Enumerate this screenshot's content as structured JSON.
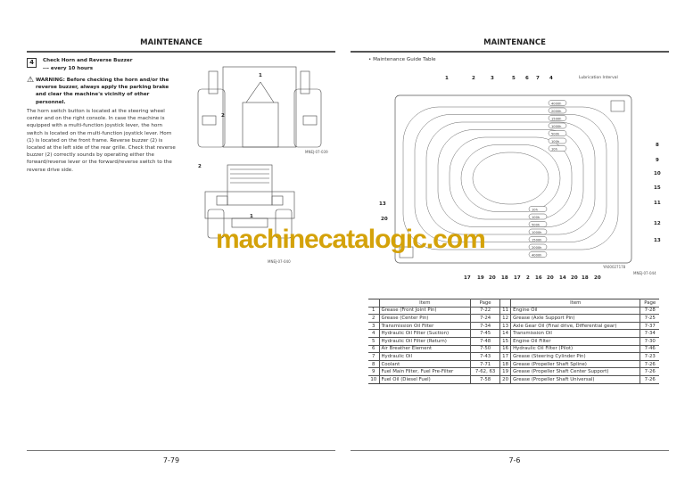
{
  "left": {
    "header": "MAINTENANCE",
    "section_number": "4",
    "section_title": "Check Horn and Reverse Buzzer",
    "section_interval": "--- every 10 hours",
    "warning": "WARNING:   Before checking the horn and/or the reverse buzzer, always apply the parking brake and clear the machine's vicinity of other personnel.",
    "body": "The horn switch button is located at the steering wheel center and on the right console. In case the machine is equipped with a multi-function joystick lever, the horn switch is located on the multi-function joystick lever. Horn (1) is located on the front frame. Reverse buzzer (2) is located at the left side of the rear grille. Check that reverse buzzer (2) correctly sounds by operating either the forward/reverse lever or the forward/reverse switch to the reverse drive side.",
    "fig1_code": "MNEJ-07-039",
    "fig1_label_1": "1",
    "fig1_label_2": "2",
    "fig2_label_2": "2",
    "fig2_label_1": "1",
    "fig2_code": "MNEJ-07-040",
    "page_number": "7-79"
  },
  "right": {
    "header": "MAINTENANCE",
    "bullet": "Maintenance Guide Table",
    "lubrication_label": "Lubrication Interval",
    "top_labels": [
      "1",
      "2",
      "3",
      "5",
      "6",
      "7",
      "4"
    ],
    "side_labels": [
      "8",
      "9",
      "10",
      "15",
      "11",
      "12",
      "13"
    ],
    "left_label": "13",
    "left_label2": "20",
    "bottom_labels": [
      "17",
      "19",
      "20",
      "18",
      "17",
      "2",
      "16",
      "20",
      "14",
      "20",
      "18",
      "20"
    ],
    "intervals_top": [
      "4000h",
      "2000h",
      "1500h",
      "1000h",
      "500h",
      "100h",
      "10h"
    ],
    "intervals_bottom": [
      "10h",
      "100h",
      "500h",
      "1000h",
      "1500h",
      "2000h",
      "4000h"
    ],
    "diagram_code": "YA00027178",
    "fig_code": "MNEJ-07-044",
    "table": {
      "headers": [
        "Item",
        "Page",
        "Item",
        "Page"
      ],
      "rows": [
        [
          "1",
          "Grease (Front Joint Pin)",
          "7-22",
          "11",
          "Engine Oil",
          "7-28"
        ],
        [
          "2",
          "Grease (Center Pin)",
          "7-24",
          "12",
          "Grease (Axle Support Pin)",
          "7-25"
        ],
        [
          "3",
          "Transmission Oil Filter",
          "7-34",
          "13",
          "Axle Gear Oil (Final drive, Differential gear)",
          "7-37"
        ],
        [
          "4",
          "Hydraulic Oil Filter (Suction)",
          "7-45",
          "14",
          "Transmission Oil",
          "7-34"
        ],
        [
          "5",
          "Hydraulic Oil Filter (Return)",
          "7-48",
          "15",
          "Engine Oil Filter",
          "7-30"
        ],
        [
          "6",
          "Air Breather Element",
          "7-50",
          "16",
          "Hydraulic Oil Filter (Pilot)",
          "7-46"
        ],
        [
          "7",
          "Hydraulic Oil",
          "7-43",
          "17",
          "Grease (Steering Cylinder Pin)",
          "7-23"
        ],
        [
          "8",
          "Coolant",
          "7-71",
          "18",
          "Grease (Propeller Shaft Spline)",
          "7-26"
        ],
        [
          "9",
          "Fuel Main Filter, Fuel Pre-Filter",
          "7-62, 63",
          "19",
          "Grease (Propeller Shaft Center Support)",
          "7-26"
        ],
        [
          "10",
          "Fuel Oil (Diesel Fuel)",
          "7-58",
          "20",
          "Grease (Propeller Shaft Universal)",
          "7-26"
        ]
      ]
    },
    "page_number": "7-6"
  },
  "watermark": "machinecatalogic.com"
}
